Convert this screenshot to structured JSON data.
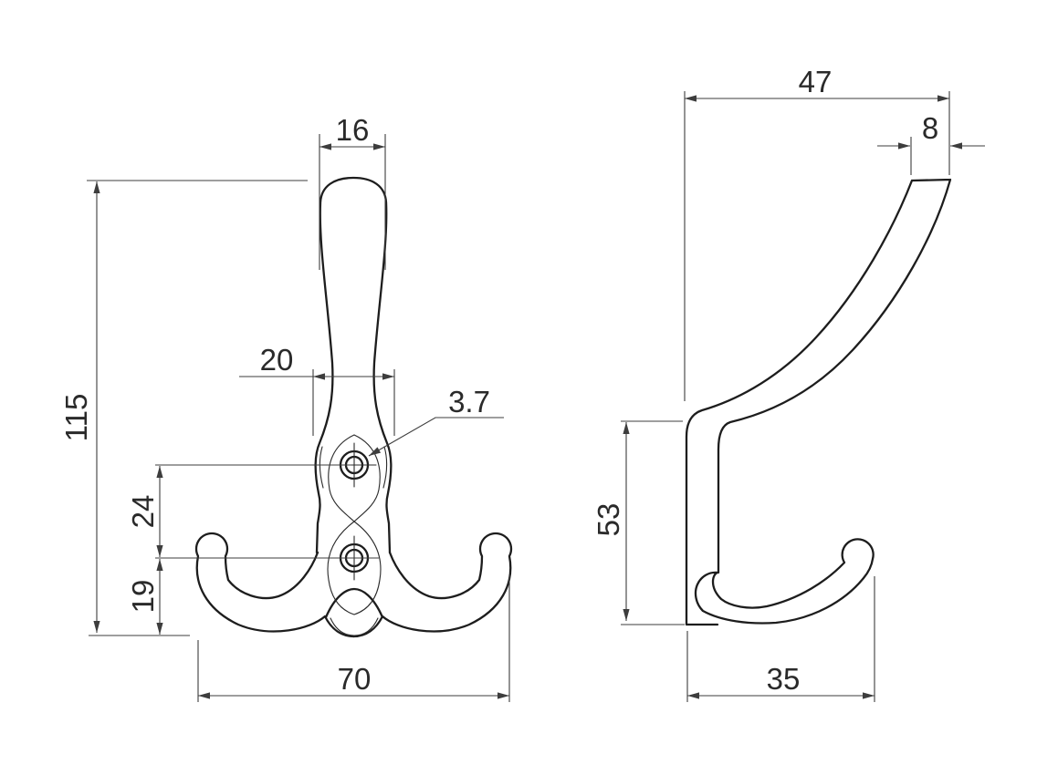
{
  "drawing": {
    "type": "technical-orthographic-drawing",
    "subject": "triple coat hook",
    "views": {
      "front": "front view with two mounting holes and twin side hooks",
      "side": "side profile with upper hook, back plate and lower hook"
    }
  },
  "dimensions": {
    "front": {
      "top_width": "16",
      "neck_width": "20",
      "hole_diameter": "3.7",
      "overall_height": "115",
      "hole_to_hole": "24",
      "hole_to_bottom": "19",
      "overall_width": "70"
    },
    "side": {
      "overall_depth": "47",
      "tip_thickness": "8",
      "plate_height": "53",
      "lower_hook_depth": "35"
    }
  },
  "colors": {
    "background": "#ffffff",
    "outline": "#1d1d1d",
    "dimension_lines": "#3d3d3d",
    "text": "#2a2a2a"
  }
}
